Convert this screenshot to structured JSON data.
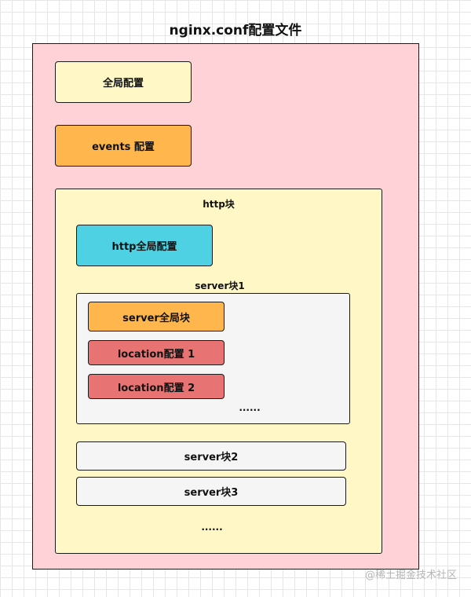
{
  "title": "nginx.conf配置文件",
  "global_config": {
    "label": "全局配置",
    "color": "#fff8c6"
  },
  "events_config": {
    "label": "events 配置",
    "color": "#ffb64d"
  },
  "http_block": {
    "label": "http块",
    "color": "#fff8c6",
    "http_global": {
      "label": "http全局配置",
      "color": "#4ed2e3"
    },
    "server_block_1": {
      "label": "server块1",
      "color": "#f5f5f5",
      "server_global": {
        "label": "server全局块",
        "color": "#ffb64d"
      },
      "locations": [
        {
          "label": "location配置 1",
          "color": "#e87373"
        },
        {
          "label": "location配置 2",
          "color": "#e87373"
        }
      ],
      "ellipsis": "......"
    },
    "server_block_2": {
      "label": "server块2",
      "color": "#f5f5f5"
    },
    "server_block_3": {
      "label": "server块3",
      "color": "#f5f5f5"
    },
    "ellipsis": "......"
  },
  "outer_color": "#ffd2d7",
  "watermark": "@稀土掘金技术社区"
}
